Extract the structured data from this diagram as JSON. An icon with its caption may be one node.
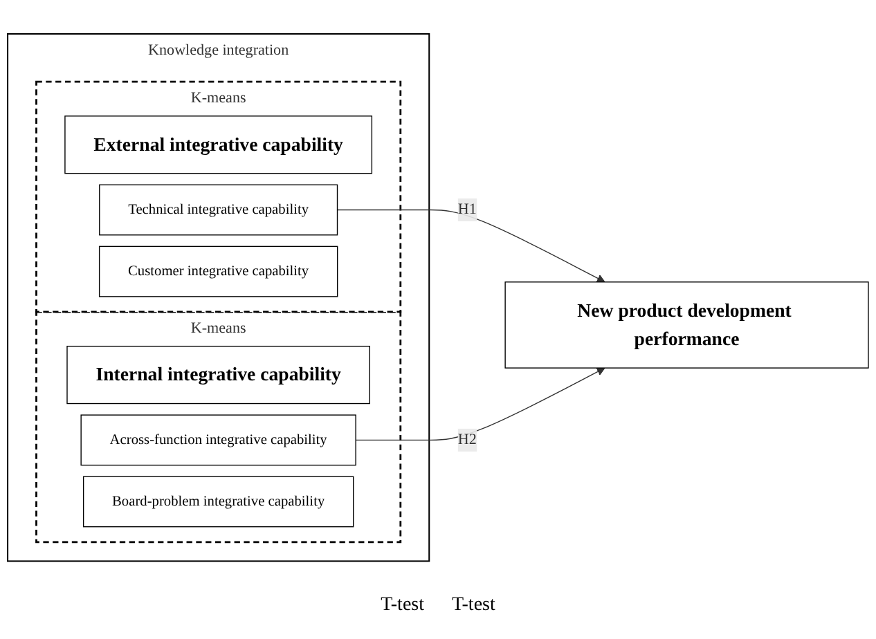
{
  "diagram": {
    "nodes": [
      {
        "text": [
          "Knowledge integration"
        ]
      },
      {
        "text": [],
        "shape": "box",
        "in": 0,
        "beside": [
          "K-means"
        ]
      },
      {
        "text": [
          "External integrative capability"
        ],
        "in": 1
      },
      {
        "text": [
          "Technical integrative capability"
        ],
        "in": 1
      },
      {
        "text": [
          "Customer integrative capability"
        ],
        "in": 1
      },
      {
        "text": [],
        "shape": "box",
        "in": 0,
        "beside": [
          "K-means"
        ]
      },
      {
        "text": [
          "Internal integrative capability"
        ],
        "in": 5
      },
      {
        "text": [
          "Across-function integrative capability"
        ],
        "in": 5
      },
      {
        "text": [
          "Board-problem integrative capability"
        ],
        "in": 5
      },
      {
        "text": [
          "New product development performance"
        ]
      }
    ],
    "edges": [
      {
        "from": 3,
        "to": 9,
        "arrow": "to",
        "label": "H1"
      },
      {
        "from": 7,
        "to": 9,
        "arrow": "to",
        "label": "H2"
      }
    ],
    "labels": [
      "T-test",
      "T-test"
    ]
  }
}
